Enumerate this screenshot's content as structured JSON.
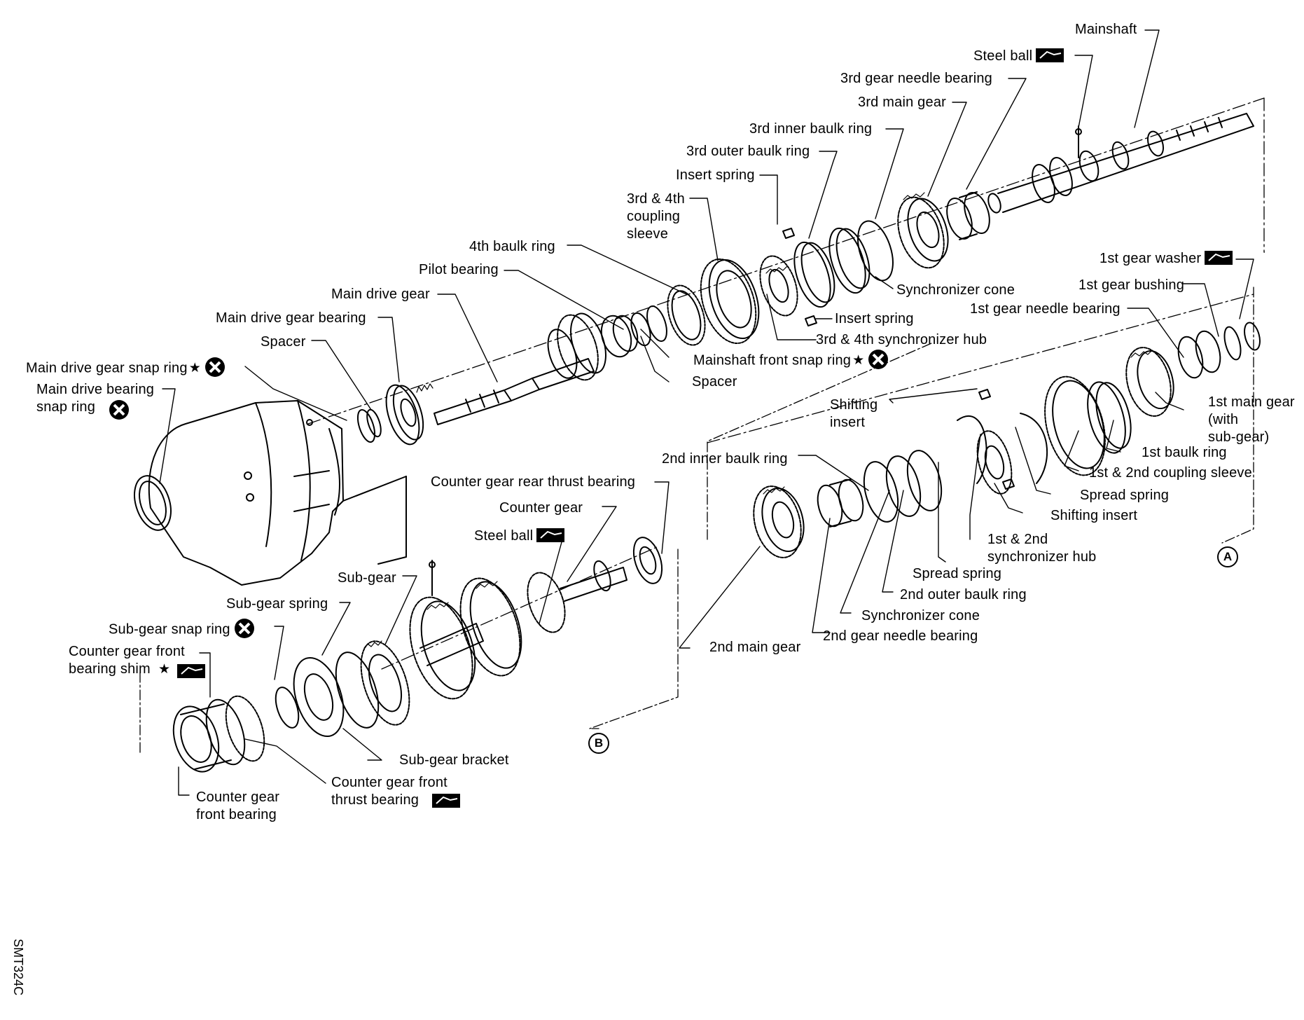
{
  "labels": {
    "mainshaft": "Mainshaft",
    "steel_ball_top": "Steel ball",
    "gear3_needle_bearing": "3rd gear needle bearing",
    "gear3_main_gear": "3rd main gear",
    "gear3_inner_baulk_ring": "3rd inner baulk ring",
    "gear3_outer_baulk_ring": "3rd outer baulk ring",
    "insert_spring_top": "Insert spring",
    "coupling_sleeve_34": "3rd & 4th\ncoupling\nsleeve",
    "gear4_baulk_ring": "4th baulk ring",
    "pilot_bearing": "Pilot bearing",
    "main_drive_gear": "Main drive gear",
    "main_drive_gear_bearing": "Main drive gear bearing",
    "spacer_left": "Spacer",
    "main_drive_gear_snap_ring": "Main drive gear snap ring",
    "main_drive_bearing_snap_ring": "Main drive bearing\nsnap ring",
    "synchronizer_cone_top": "Synchronizer cone",
    "insert_spring_mid": "Insert spring",
    "sync_hub_34": "3rd & 4th synchronizer hub",
    "mainshaft_front_snap_ring": "Mainshaft front snap ring",
    "spacer_mid": "Spacer",
    "gear1_washer": "1st gear washer",
    "gear1_bushing": "1st gear bushing",
    "gear1_needle_bearing": "1st gear needle bearing",
    "gear1_main_gear": "1st main gear\n(with\nsub-gear)",
    "gear1_baulk_ring": "1st baulk ring",
    "coupling_sleeve_12": "1st & 2nd coupling sleeve",
    "spread_spring_right": "Spread spring",
    "shifting_insert_right": "Shifting insert",
    "sync_hub_12": "1st & 2nd\nsynchronizer hub",
    "shifting_insert_top": "Shifting\ninsert",
    "gear2_inner_baulk_ring": "2nd inner baulk ring",
    "spread_spring_mid": "Spread spring",
    "gear2_outer_baulk_ring": "2nd outer baulk ring",
    "synchronizer_cone_bottom": "Synchronizer cone",
    "gear2_needle_bearing": "2nd gear needle bearing",
    "gear2_main_gear": "2nd main gear",
    "counter_gear_rear_thrust_bearing": "Counter gear rear thrust bearing",
    "counter_gear": "Counter gear",
    "steel_ball_bottom": "Steel ball",
    "sub_gear": "Sub-gear",
    "sub_gear_spring": "Sub-gear spring",
    "sub_gear_snap_ring": "Sub-gear snap ring",
    "counter_gear_front_bearing_shim": "Counter gear front\nbearing shim",
    "sub_gear_bracket": "Sub-gear bracket",
    "counter_gear_front_thrust_bearing": "Counter gear front\nthrust bearing",
    "counter_gear_front_bearing": "Counter gear\nfront bearing"
  },
  "callouts": {
    "a": "A",
    "b": "B"
  },
  "symbols": {
    "star": "★",
    "cross_icon": "replace-part-icon",
    "lube_icon": "lubricant-icon"
  },
  "figure_id": "SMT324C"
}
